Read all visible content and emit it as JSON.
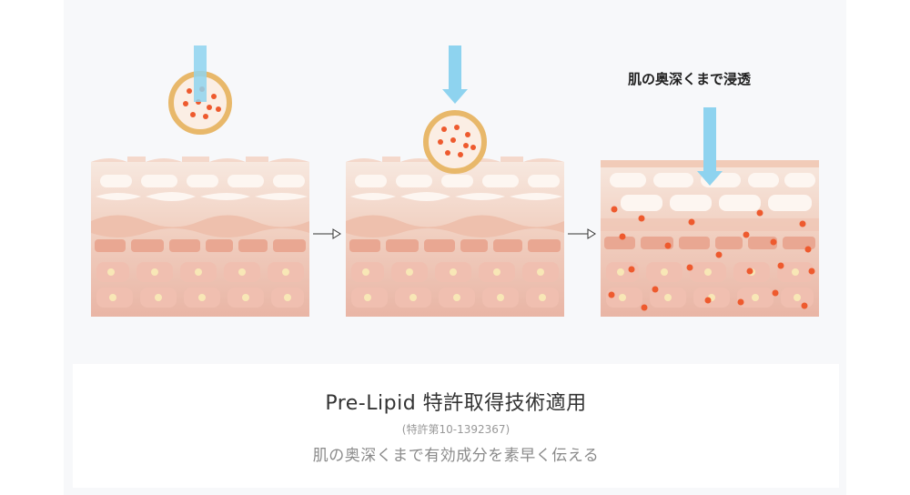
{
  "diagram": {
    "annotation": "肌の奥深くまで浸透",
    "panels": [
      "before",
      "contact",
      "penetration"
    ]
  },
  "caption": {
    "title": "Pre-Lipid 特許取得技術適用",
    "patent": "(特許第10-1392367)",
    "description": "肌の奥深くまで有効成分を素早く伝える"
  },
  "colors": {
    "skin_top": "#f6e6dc",
    "skin_mid": "#efc5b3",
    "skin_bottom": "#e8b1a1",
    "cell_white": "#fdf7f3",
    "cell_band": "#eaa28f",
    "capsule_ring": "#e8b86a",
    "capsule_fill": "#fbeee4",
    "ingredient_dot": "#ee5a2e",
    "arrow": "#8ed3ef",
    "nucleus": "#f8e7b6"
  }
}
